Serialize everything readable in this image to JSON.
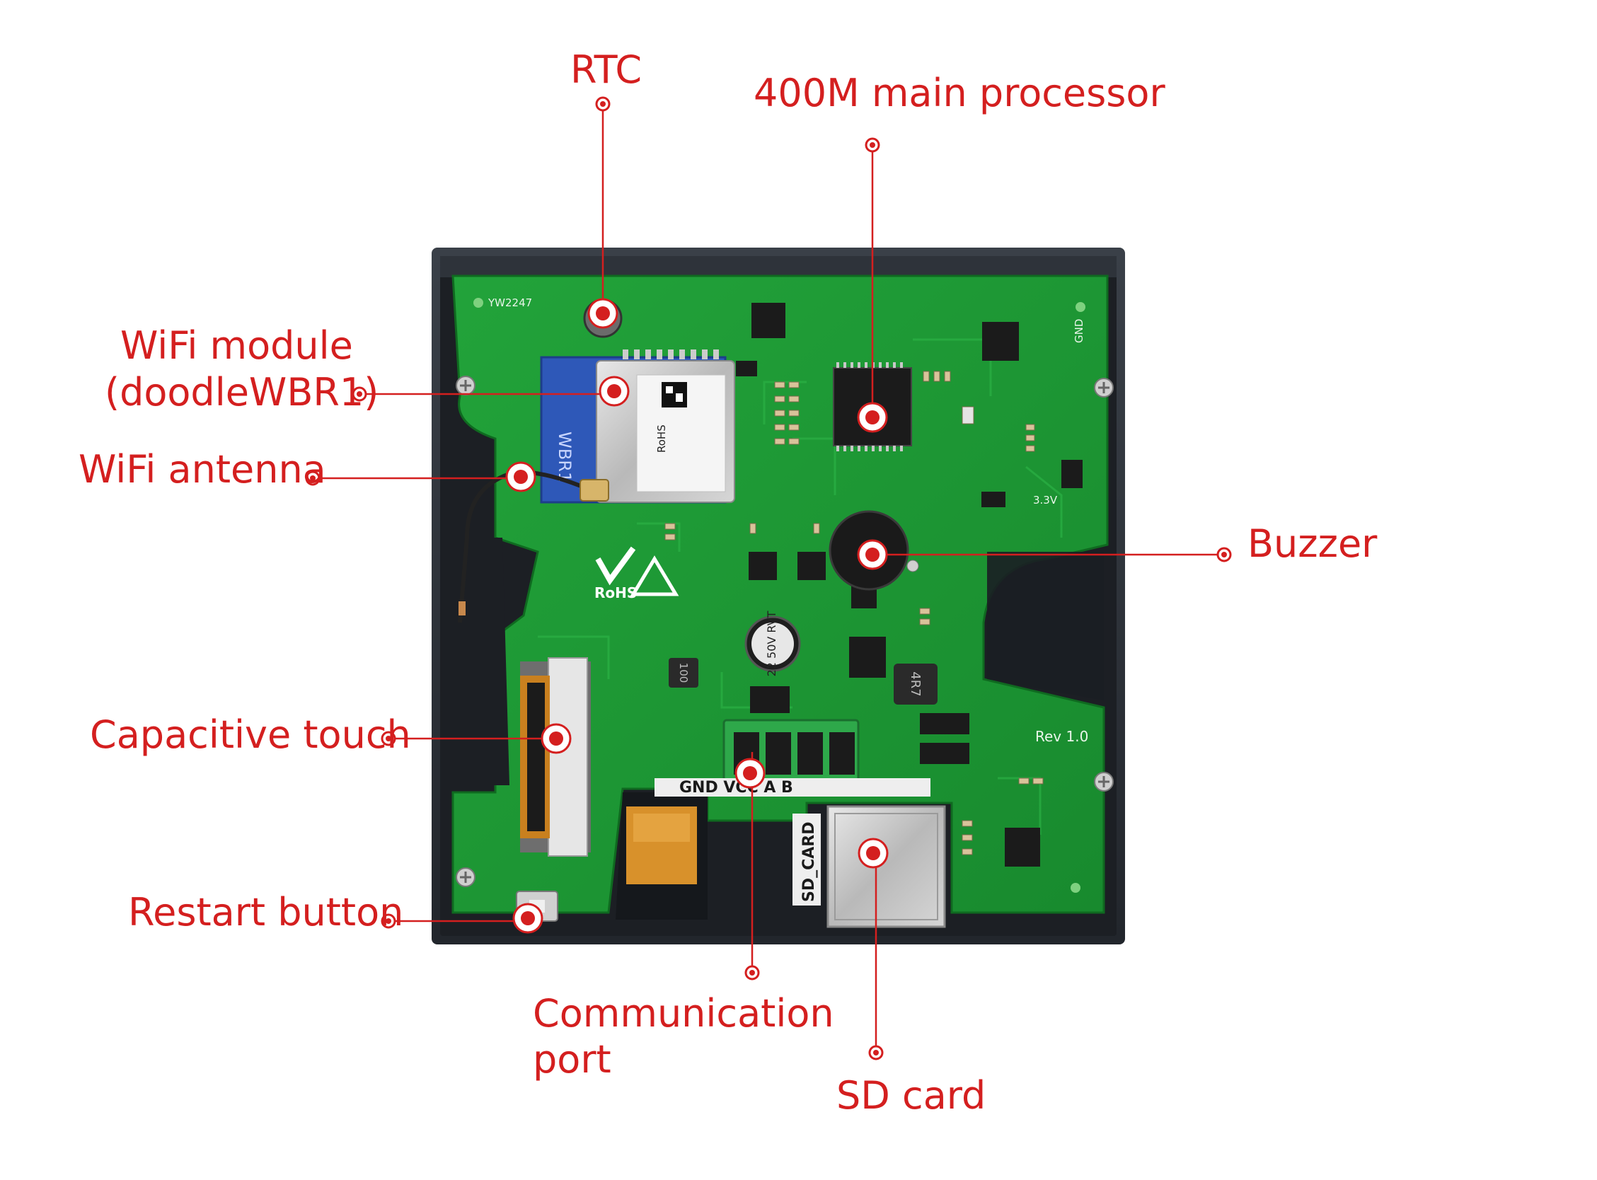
{
  "colors": {
    "annotation": "#d41f1f",
    "pcb_green": "#1f9a35",
    "pcb_dark_green": "#157a28",
    "enclosure": "#2c3138",
    "terminal_green": "#2ea84a",
    "silkscreen": "#f2f2f2"
  },
  "labels": {
    "rtc": "RTC",
    "main_processor": "400M main processor",
    "wifi_module_line1": "WiFi module",
    "wifi_module_line2": "(doodleWBR1)",
    "wifi_antenna": "WiFi antenna",
    "buzzer": "Buzzer",
    "capacitive_touch": "Capacitive touch",
    "restart_button": "Restart button",
    "communication_port_line1": "Communication",
    "communication_port_line2": "port",
    "sd_card": "SD card"
  },
  "board_markings": {
    "terminal_label": "GND VCC A B",
    "sd_slot_label": "SD_CARD",
    "revision": "Rev 1.0",
    "rohs": "RoHS",
    "module_name": "WBR1",
    "module_rohs": "RoHS",
    "capacitor": "22 50V RVT",
    "inductor_main": "4R7",
    "inductor_small": "100",
    "pcb_code": "YW2247",
    "gnd": "GND",
    "v33": "3.3V"
  },
  "icons": {
    "callout_marker": "target-dot-icon",
    "recycle_mark": "rohs-check-icon",
    "esd_mark": "esd-triangle-icon"
  }
}
